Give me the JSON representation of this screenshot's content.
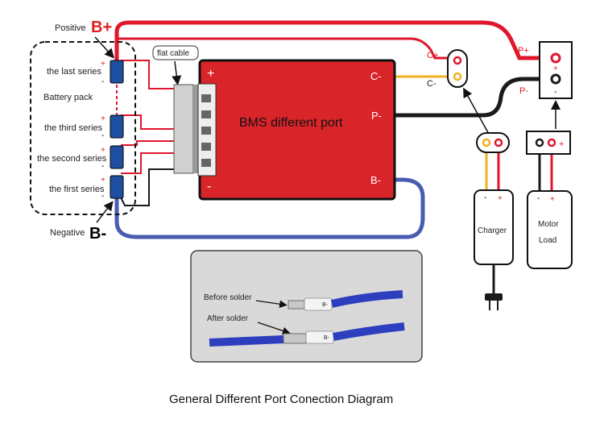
{
  "battery": {
    "positive_label": "Positive",
    "positive_symbol": "B+",
    "negative_label": "Negative",
    "negative_symbol": "B-",
    "pack_label": "Battery pack",
    "series": [
      "the last series",
      "the third series",
      "the second series",
      "the first series"
    ],
    "plus": "+",
    "minus": "-"
  },
  "flat_cable": "flat cable",
  "bms": {
    "title": "BMS different port",
    "plus": "+",
    "minus": "-",
    "c_minus": "C-",
    "p_minus": "P-",
    "b_minus": "B-"
  },
  "connector_c": {
    "c_plus": "C+",
    "c_minus": "C-"
  },
  "connector_p": {
    "p_plus": "P+",
    "p_minus": "P-",
    "plus": "+",
    "minus": "-"
  },
  "charger": {
    "label": "Charger",
    "minus": "-",
    "plus": "+"
  },
  "motor": {
    "label_line1": "Motor",
    "label_line2": "Load",
    "minus": "-",
    "plus": "+"
  },
  "solder": {
    "before": "Before solder",
    "after": "After solder",
    "tag": "B-"
  },
  "caption": "General Different Port Conection Diagram",
  "colors": {
    "red_wire": "#e0162b",
    "black_wire": "#1a1a1a",
    "blue_wire": "#4a5cb0",
    "yellow_wire": "#f2b01e",
    "bms_red": "#d9242a",
    "cell_blue": "#1f4fa0"
  }
}
